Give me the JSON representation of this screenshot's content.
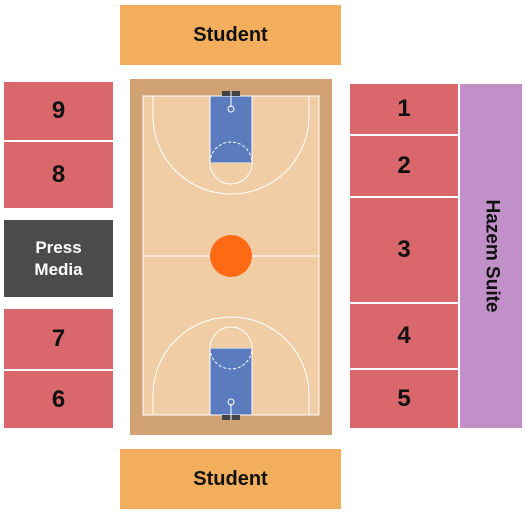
{
  "sections": {
    "student_top": "Student",
    "student_bottom": "Student",
    "s9": "9",
    "s8": "8",
    "press_line1": "Press",
    "press_line2": "Media",
    "s7": "7",
    "s6": "6",
    "s1": "1",
    "s2": "2",
    "s3": "3",
    "s4": "4",
    "s5": "5",
    "hazem_suite": "Hazem Suite"
  },
  "colors": {
    "seat_section": "#d9676b",
    "student_section": "#f2ae5c",
    "press_media": "#4b4b4b",
    "suite": "#c290c8",
    "court_floor": "#f0cda4",
    "court_border": "#d1a274",
    "paint": "#5a7cbf",
    "ball": "#ff6a14"
  }
}
